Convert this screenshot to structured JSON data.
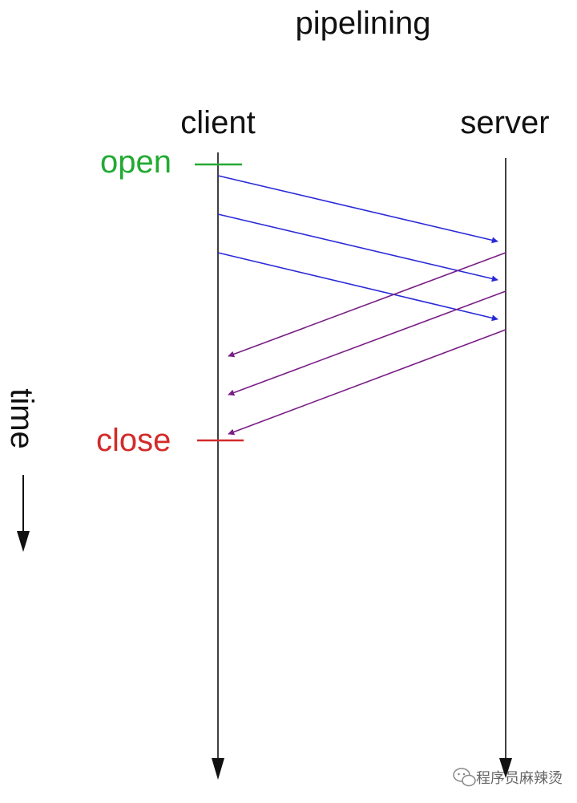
{
  "title": "pipelining",
  "lanes": {
    "client": "client",
    "server": "server"
  },
  "markers": {
    "open": "open",
    "close": "close"
  },
  "axis": {
    "label": "time"
  },
  "colors": {
    "request": "#2a2ad8",
    "response": "#7a1f86",
    "open": "#22aa33",
    "close": "#d42a2a",
    "line": "#111111"
  },
  "watermark": {
    "text": "程序员麻辣烫",
    "icon": "wechat-icon"
  }
}
